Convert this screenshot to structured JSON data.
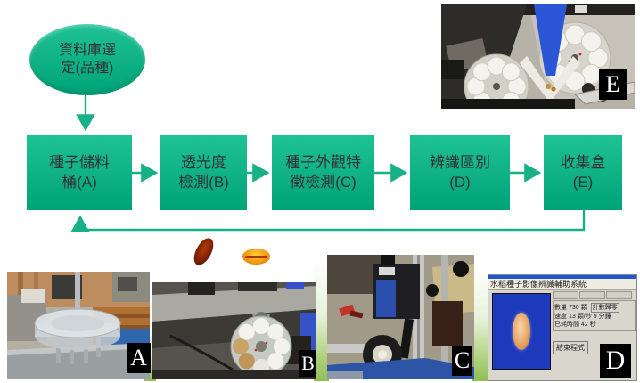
{
  "flowchart": {
    "start_ellipse": {
      "line1": "資料庫選",
      "line2": "定(品種)"
    },
    "boxes": [
      {
        "line1": "種子儲料",
        "line2": "桶(A)"
      },
      {
        "line1": "透光度",
        "line2": "檢測(B)"
      },
      {
        "line1": "種子外觀特",
        "line2": "徵檢測(C)"
      },
      {
        "line1": "辨識區別",
        "line2": "(D)"
      },
      {
        "line1": "收集盒",
        "line2": "(E)"
      }
    ]
  },
  "photo_labels": {
    "a": "A",
    "b": "B",
    "c": "C",
    "d": "D",
    "e": "E"
  },
  "software_window": {
    "title": "水稻種子影像辨識輔助系統",
    "qty_label": "數量",
    "qty_value": "730",
    "qty_unit": "顆",
    "reset_button": "計數歸零",
    "speed_label": "速度",
    "speed_value": "13",
    "speed_unit": "顆/秒",
    "time_value": "9",
    "time_unit": "分鐘",
    "elapsed_label": "已耗時間",
    "elapsed_value": "42",
    "elapsed_unit": "秒",
    "end_button": "結束程式"
  },
  "colors": {
    "box_green_top": "#1fc295",
    "box_green_bottom": "#00a277",
    "arrow_green": "#17b087"
  }
}
